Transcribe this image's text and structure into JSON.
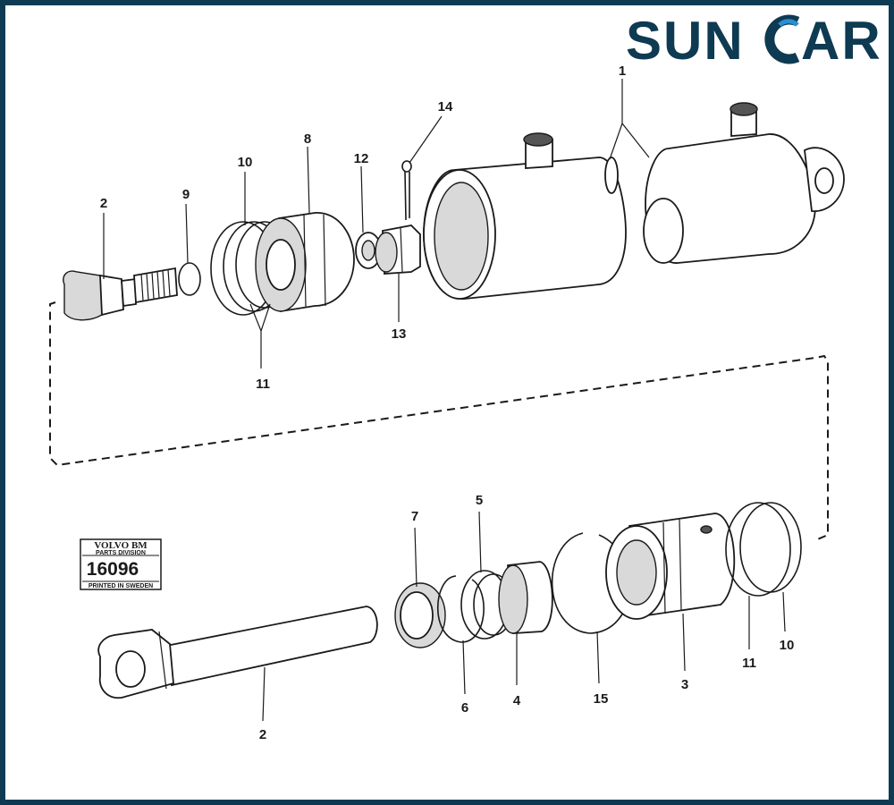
{
  "brand": {
    "name_left": "SUN",
    "name_right": "AR",
    "primary_color": "#0e3a52",
    "accent_color": "#2a8fd0"
  },
  "frame_color": "#0e3a52",
  "stamp": {
    "line1": "VOLVO BM",
    "line2": "PARTS DIVISION",
    "number": "16096",
    "line3": "PRINTED IN SWEDEN"
  },
  "callouts": {
    "c1": "1",
    "c2_top": "2",
    "c2_bottom": "2",
    "c3": "3",
    "c4": "4",
    "c5": "5",
    "c6": "6",
    "c7": "7",
    "c8": "8",
    "c9": "9",
    "c10_top": "10",
    "c10_bottom": "10",
    "c11_top": "11",
    "c11_bottom": "11",
    "c12": "12",
    "c13": "13",
    "c14": "14",
    "c15": "15"
  }
}
